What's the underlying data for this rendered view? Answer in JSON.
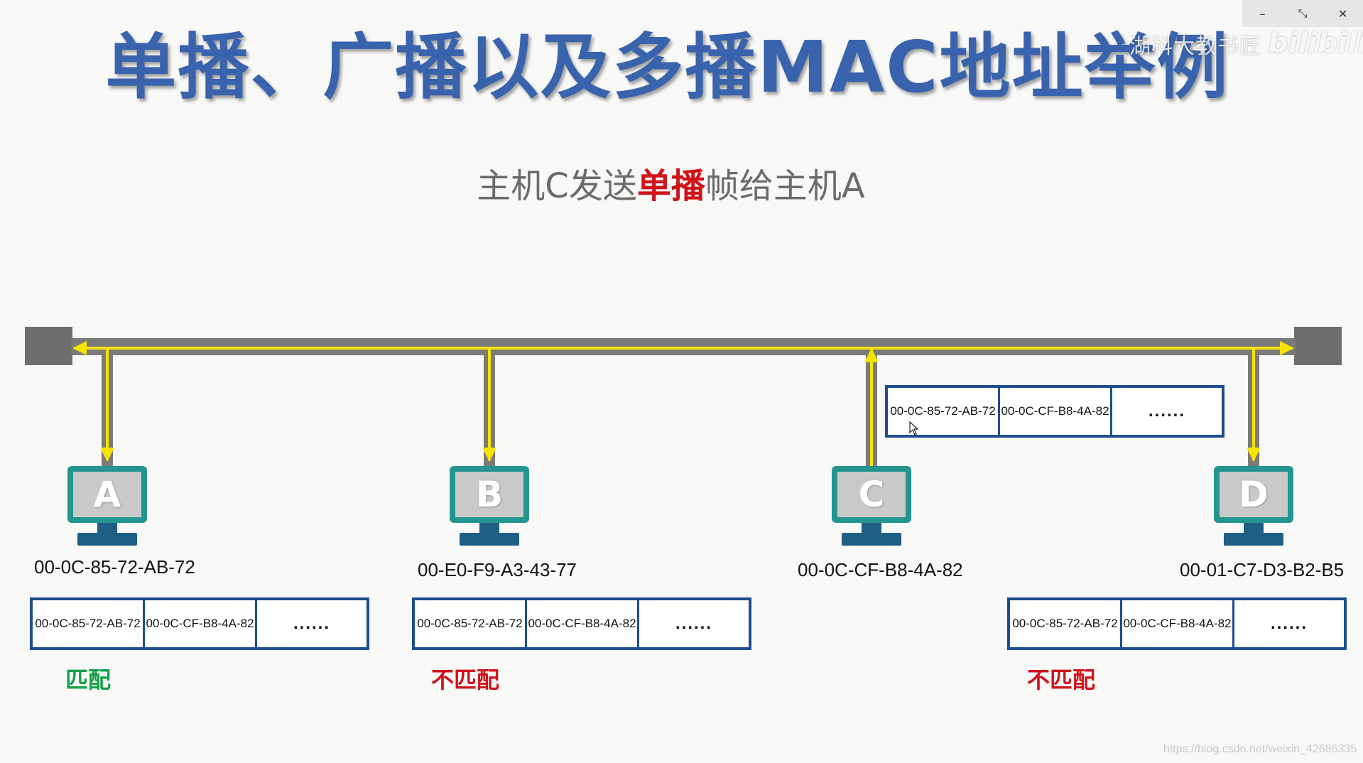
{
  "window": {
    "minimize": "–",
    "restore": "⤡",
    "close": "✕"
  },
  "watermark": {
    "text": "湖科大教书匠",
    "logo": "bilibili"
  },
  "title": "单播、广播以及多播MAC地址举例",
  "subtitle": {
    "before": "主机C发送",
    "highlight": "单播",
    "after": "帧给主机A"
  },
  "colors": {
    "title": "#3a63ad",
    "highlight": "#d0121b",
    "bus": "#7a7a7a",
    "signal": "#f5e400",
    "host_screen": "#23958e",
    "host_base": "#1f5f86",
    "frame_border": "#1e4d8f",
    "match": "#14a04a",
    "nomatch": "#d0121b"
  },
  "hosts": [
    {
      "letter": "A",
      "mac": "00-0C-85-72-AB-72"
    },
    {
      "letter": "B",
      "mac": "00-E0-F9-A3-43-77"
    },
    {
      "letter": "C",
      "mac": "00-0C-CF-B8-4A-82"
    },
    {
      "letter": "D",
      "mac": "00-01-C7-D3-B2-B5"
    }
  ],
  "frames": {
    "sent": {
      "dst": "00-0C-85-72-AB-72",
      "src": "00-0C-CF-B8-4A-82",
      "rest": "......"
    },
    "A": {
      "dst": "00-0C-85-72-AB-72",
      "src": "00-0C-CF-B8-4A-82",
      "rest": "......"
    },
    "B": {
      "dst": "00-0C-85-72-AB-72",
      "src": "00-0C-CF-B8-4A-82",
      "rest": "......"
    },
    "D": {
      "dst": "00-0C-85-72-AB-72",
      "src": "00-0C-CF-B8-4A-82",
      "rest": "......"
    }
  },
  "results": {
    "A": "匹配",
    "B": "不匹配",
    "D": "不匹配"
  },
  "footer_watermark": "https://blog.csdn.net/weixin_42686335"
}
